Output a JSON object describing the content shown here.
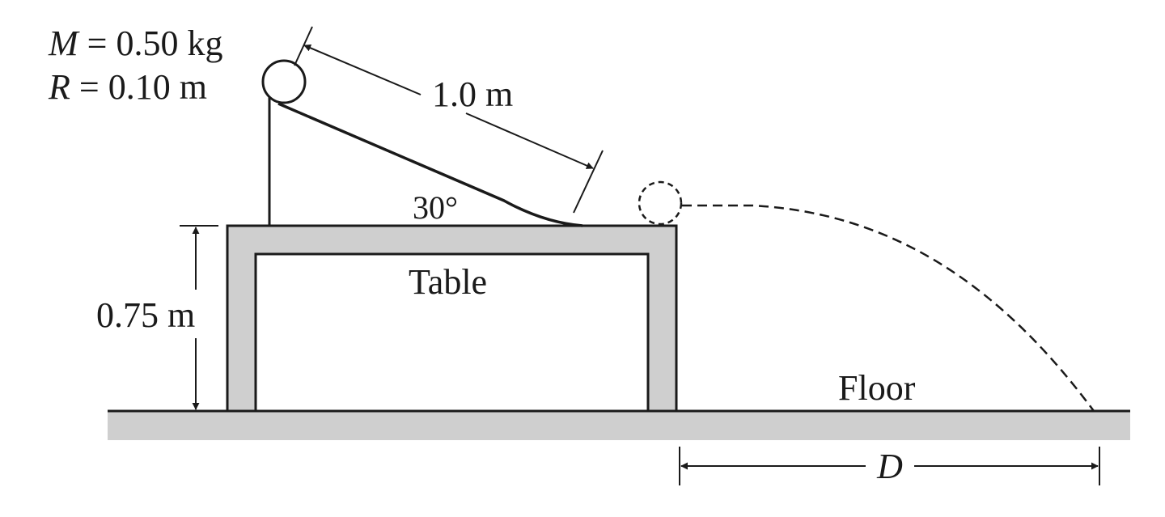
{
  "labels": {
    "mass_var": "M",
    "mass_rest": " = 0.50 kg",
    "radius_var": "R",
    "radius_rest": " = 0.10 m",
    "ramp_length": "1.0 m",
    "angle": "30°",
    "table": "Table",
    "height": "0.75 m",
    "floor": "Floor",
    "distance": "D"
  },
  "colors": {
    "ink": "#1a1a1a",
    "fill_gray": "#cfcfcf",
    "background": "#ffffff"
  }
}
